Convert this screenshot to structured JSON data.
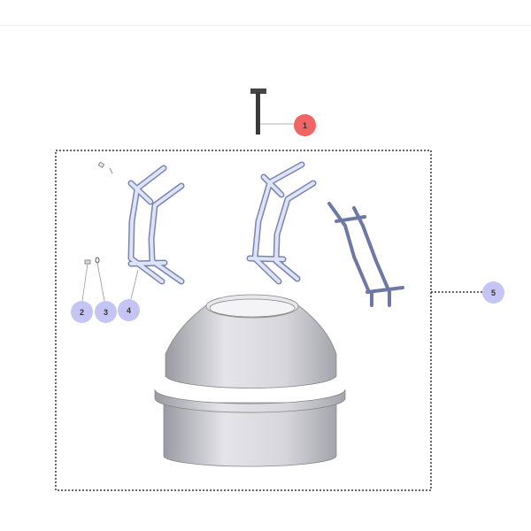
{
  "callouts": [
    {
      "id": "1",
      "label": "1",
      "color": "#f06464"
    },
    {
      "id": "2",
      "label": "2",
      "color": "#c5c5f5"
    },
    {
      "id": "3",
      "label": "3",
      "color": "#c5c5f5"
    },
    {
      "id": "4",
      "label": "4",
      "color": "#c5c5f5"
    },
    {
      "id": "5",
      "label": "5",
      "color": "#c5c5f5"
    }
  ]
}
